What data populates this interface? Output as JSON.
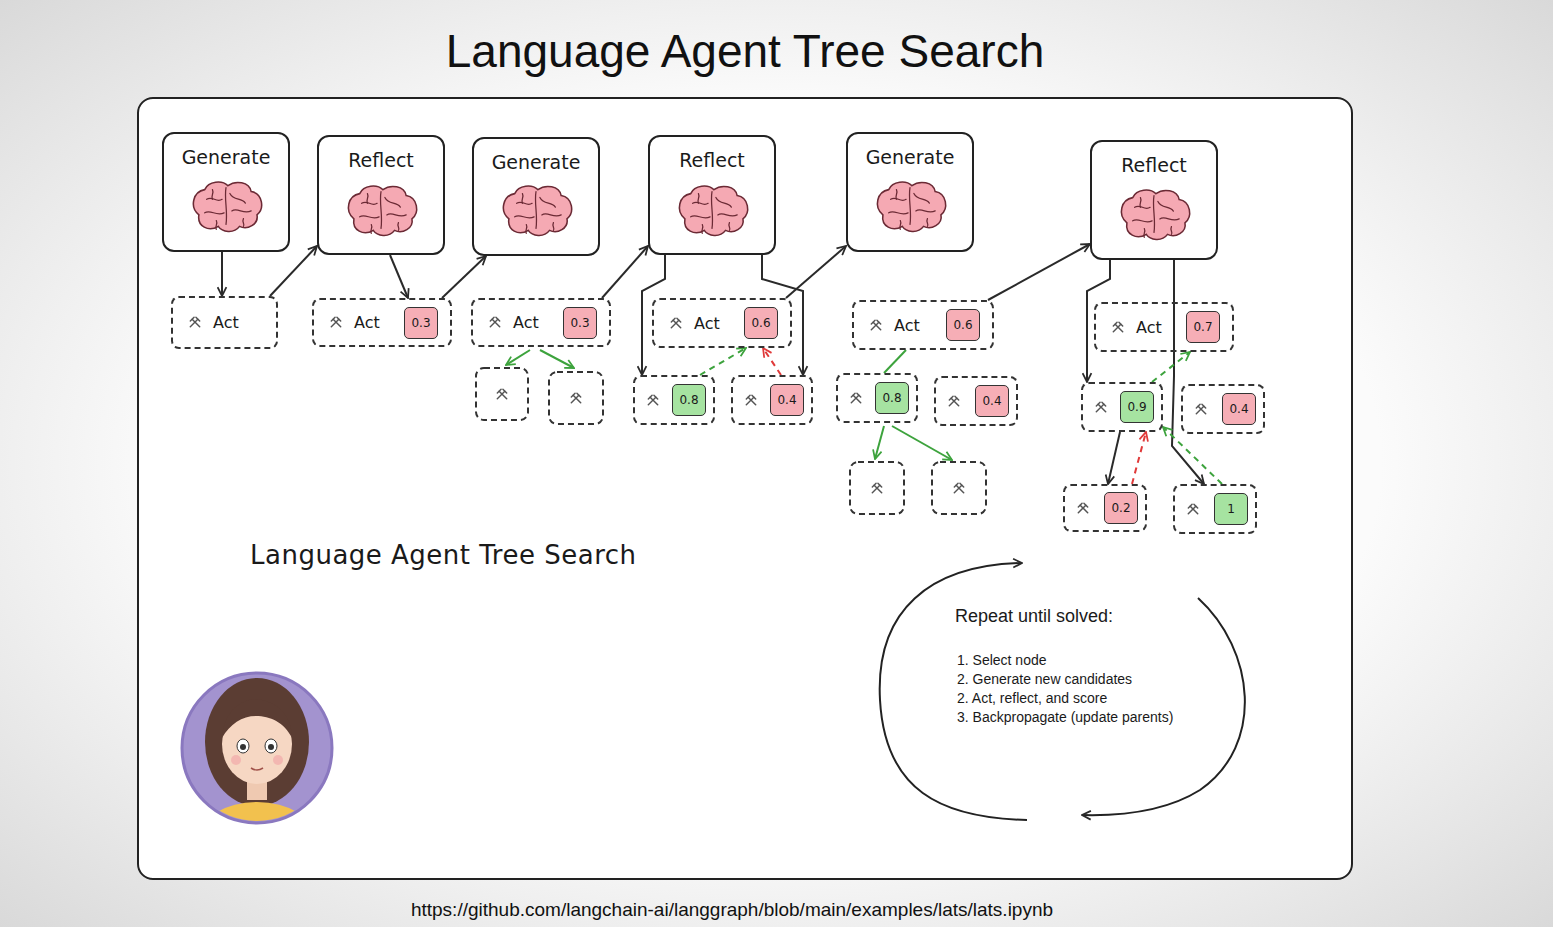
{
  "diagram": {
    "title": "Language Agent Tree Search",
    "caption": "https://github.com/langchain-ai/langgraph/blob/main/examples/lats/lats.ipynb",
    "nodes": [
      {
        "text": [
          "Language Agent Tree Search"
        ]
      },
      {
        "text": [
          "Generate"
        ],
        "in": 0
      },
      {
        "text": [
          "Act"
        ],
        "in": 0
      },
      {
        "text": [
          "Reflect"
        ],
        "in": 0
      },
      {
        "text": [
          "Act",
          "0.3"
        ],
        "in": 0
      },
      {
        "text": [
          "Generate"
        ],
        "in": 0
      },
      {
        "text": [
          "Act",
          "0.3"
        ],
        "in": 0
      },
      {
        "text": [
          "Reflect"
        ],
        "in": 0
      },
      {
        "text": [
          "Act",
          "0.6"
        ],
        "in": 0
      },
      {
        "text": [
          "0.8"
        ],
        "in": 0
      },
      {
        "text": [
          "0.4"
        ],
        "in": 0
      },
      {
        "text": [
          "Generate"
        ],
        "in": 0
      },
      {
        "text": [
          "Act",
          "0.6"
        ],
        "in": 0
      },
      {
        "text": [
          "0.8"
        ],
        "in": 0
      },
      {
        "text": [
          "0.4"
        ],
        "in": 0
      },
      {
        "text": [
          "Reflect"
        ],
        "in": 0
      },
      {
        "text": [
          "Act",
          "0.7"
        ],
        "in": 0
      },
      {
        "text": [
          "0.9"
        ],
        "in": 0
      },
      {
        "text": [
          "0.4"
        ],
        "in": 0
      },
      {
        "text": [
          "0.2"
        ],
        "in": 0
      },
      {
        "text": [
          "1"
        ],
        "in": 0
      }
    ],
    "edges": [
      {
        "from": 1,
        "to": 2,
        "arrow": "to"
      },
      {
        "from": 2,
        "to": 3,
        "arrow": "to"
      },
      {
        "from": 3,
        "to": 4,
        "arrow": "to"
      },
      {
        "from": 4,
        "to": 5,
        "arrow": "to"
      },
      {
        "from": 6,
        "to": 7,
        "arrow": "to"
      },
      {
        "from": 7,
        "to": 9,
        "arrow": "to"
      },
      {
        "from": 7,
        "to": 10,
        "arrow": "to"
      },
      {
        "from": 9,
        "to": 8,
        "arrow": "to"
      },
      {
        "from": 10,
        "to": 8,
        "arrow": "to"
      },
      {
        "from": 8,
        "to": 11,
        "arrow": "to"
      },
      {
        "from": 12,
        "to": 13,
        "arrow": "none"
      },
      {
        "from": 12,
        "to": 15,
        "arrow": "to"
      },
      {
        "from": 15,
        "to": 17,
        "arrow": "to"
      },
      {
        "from": 17,
        "to": 19,
        "arrow": "to"
      },
      {
        "from": 15,
        "to": 20,
        "arrow": "to"
      },
      {
        "from": 17,
        "to": 16,
        "arrow": "to"
      },
      {
        "from": 19,
        "to": 17,
        "arrow": "to"
      },
      {
        "from": 20,
        "to": 17,
        "arrow": "to"
      }
    ],
    "labels": [
      "Repeat until solved:",
      "1. Select node",
      "2. Generate new candidates",
      "2. Act, reflect, and score",
      "3. Backpropagate (update parents)"
    ]
  }
}
